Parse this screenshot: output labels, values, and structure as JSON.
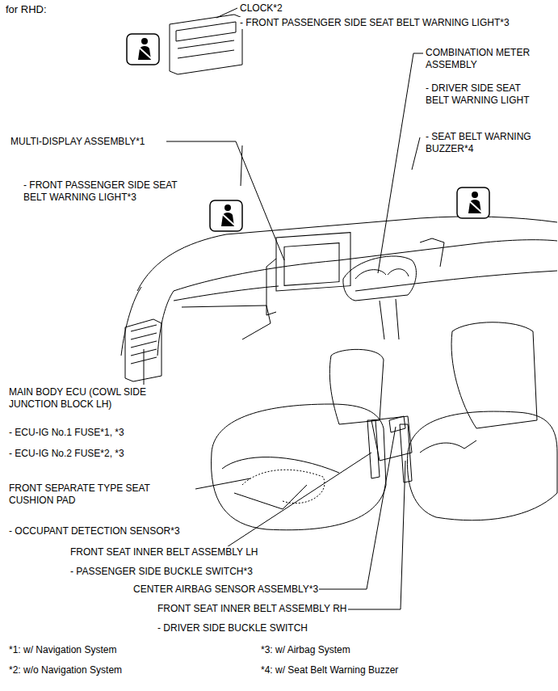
{
  "diagram": {
    "title": "for RHD:",
    "labels": [
      "CLOCK*2",
      "- FRONT PASSENGER SIDE SEAT BELT WARNING LIGHT*3",
      "COMBINATION METER ASSEMBLY",
      "- DRIVER SIDE SEAT BELT WARNING LIGHT",
      "- SEAT BELT WARNING BUZZER*4",
      "MULTI-DISPLAY ASSEMBLY*1",
      "- FRONT PASSENGER SIDE SEAT BELT WARNING LIGHT*3",
      "MAIN BODY ECU (COWL SIDE JUNCTION BLOCK LH)",
      "- ECU-IG No.1 FUSE*1, *3",
      "- ECU-IG No.2 FUSE*2, *3",
      "FRONT SEPARATE TYPE SEAT CUSHION PAD",
      "- OCCUPANT DETECTION SENSOR*3",
      "FRONT SEAT INNER BELT ASSEMBLY LH",
      "- PASSENGER SIDE BUCKLE SWITCH*3",
      "CENTER AIRBAG SENSOR ASSEMBLY*3",
      "FRONT SEAT INNER BELT ASSEMBLY RH",
      "- DRIVER SIDE BUCKLE SWITCH",
      "*1: w/ Navigation System",
      "*3: w/ Airbag System",
      "*2: w/o Navigation System",
      "*4: w/ Seat Belt Warning Buzzer"
    ]
  }
}
